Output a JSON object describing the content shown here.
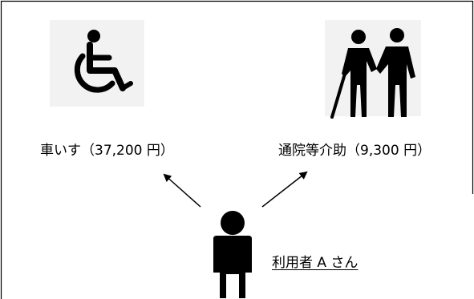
{
  "nodes": {
    "wheelchair": {
      "label": "車いす（37,200 円）",
      "icon": "wheelchair-icon"
    },
    "escort": {
      "label": "通院等介助（9,300 円）",
      "icon": "elderly-escort-icon"
    },
    "user": {
      "label": "利用者 A さん",
      "icon": "person-icon"
    }
  },
  "edges": [
    {
      "from": "user",
      "to": "wheelchair"
    },
    {
      "from": "user",
      "to": "escort"
    }
  ],
  "colors": {
    "ink": "#000000",
    "icon_bg": "#f2f2f2",
    "border": "#000000"
  }
}
